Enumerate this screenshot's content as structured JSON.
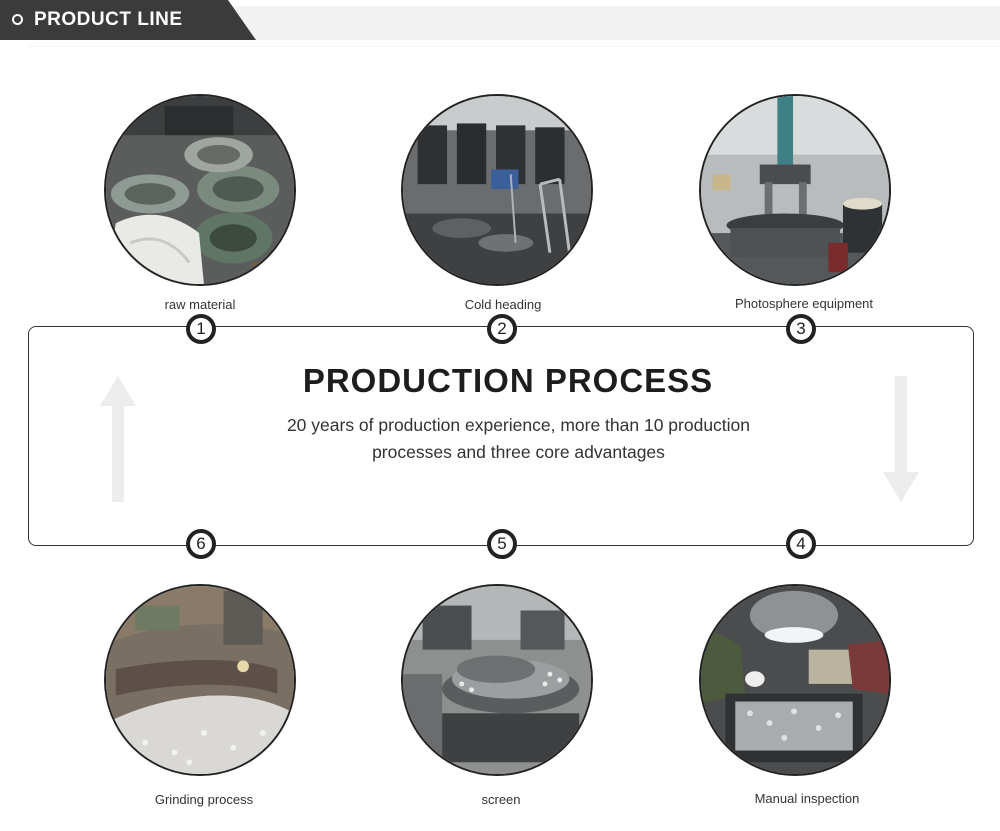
{
  "header": {
    "title": "PRODUCT LINE",
    "bullet_icon": "ring-bullet-icon"
  },
  "process": {
    "title": "PRODUCTION PROCESS",
    "description_line1": "20 years of production experience, more than 10 production",
    "description_line2": "processes and three core advantages",
    "left_arrow_icon": "arrow-up-icon",
    "right_arrow_icon": "arrow-down-icon"
  },
  "steps": [
    {
      "number": "1",
      "caption": "raw material"
    },
    {
      "number": "2",
      "caption": "Cold heading"
    },
    {
      "number": "3",
      "caption": "Photosphere equipment"
    },
    {
      "number": "4",
      "caption": "Manual inspection"
    },
    {
      "number": "5",
      "caption": "screen"
    },
    {
      "number": "6",
      "caption": "Grinding process"
    }
  ],
  "colors": {
    "banner": "#3b3b3b",
    "band": "#f2f2f2",
    "border": "#333333"
  }
}
